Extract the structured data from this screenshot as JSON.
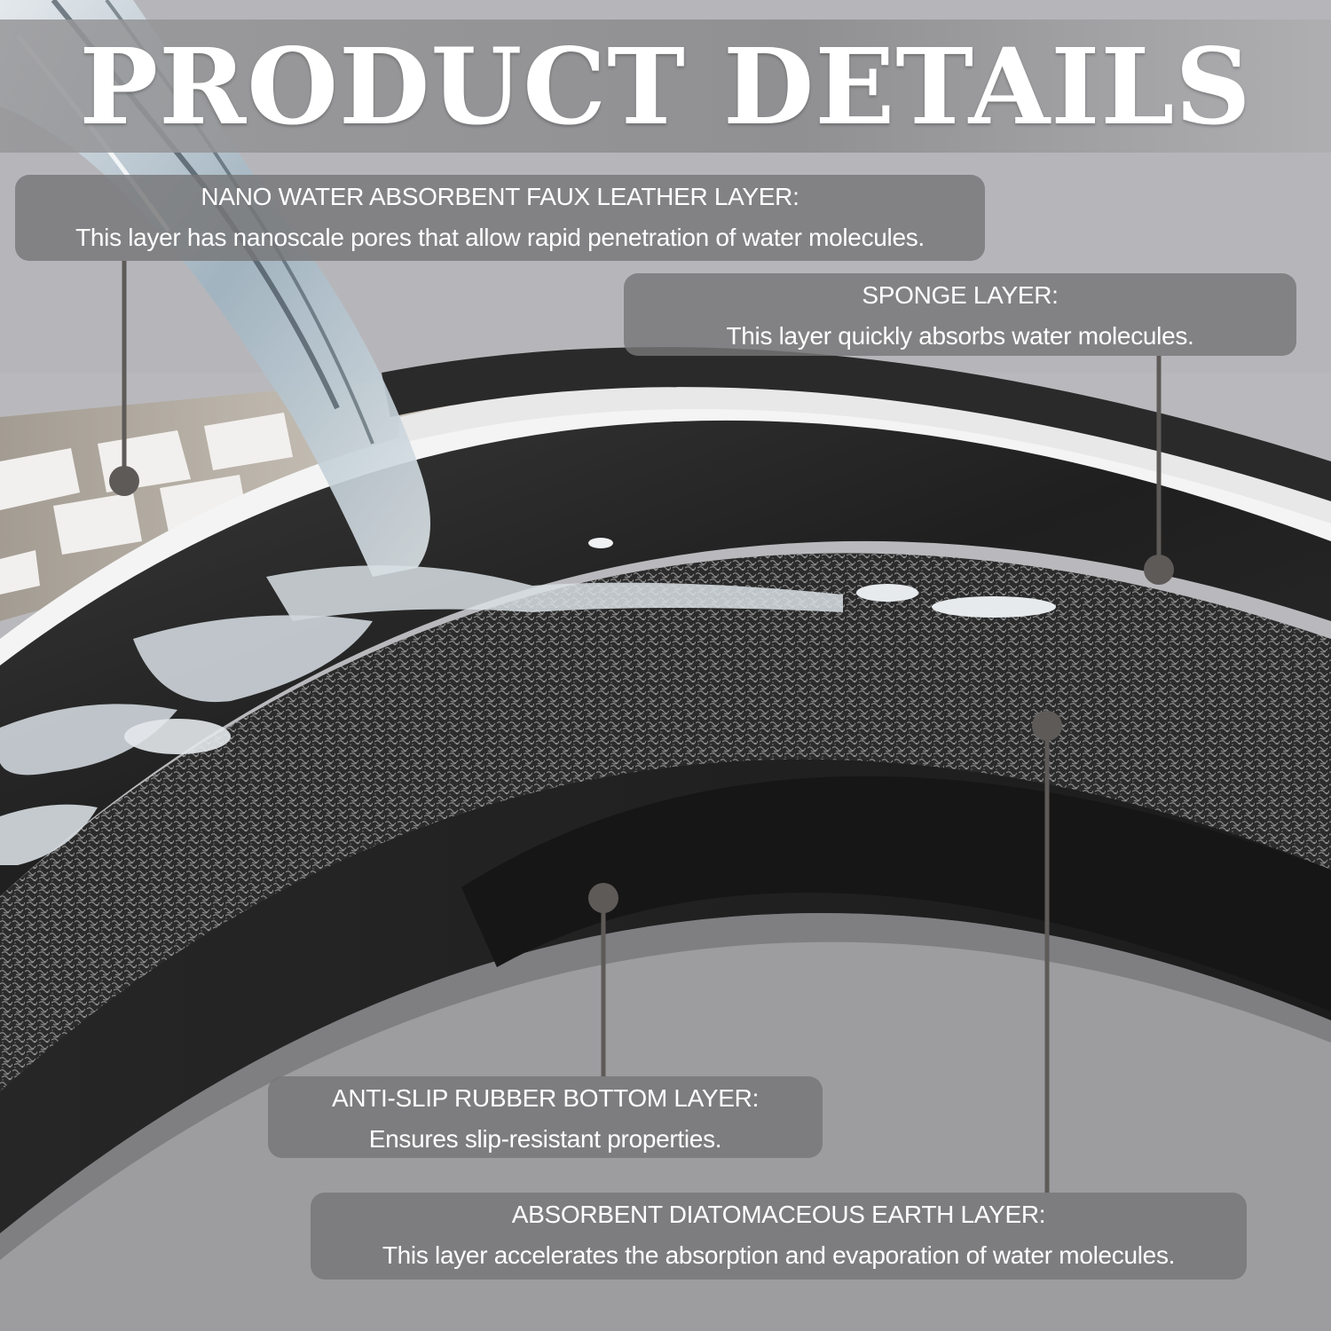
{
  "header": {
    "title": "PRODUCT DETAILS"
  },
  "callouts": [
    {
      "heading": "NANO WATER ABSORBENT FAUX LEATHER LAYER:",
      "description": "This layer has nanoscale pores that allow rapid penetration of water molecules."
    },
    {
      "heading": "SPONGE LAYER:",
      "description": "This layer quickly absorbs water molecules."
    },
    {
      "heading": "ANTI-SLIP RUBBER BOTTOM LAYER:",
      "description": "Ensures slip-resistant properties."
    },
    {
      "heading": "ABSORBENT DIATOMACEOUS EARTH LAYER:",
      "description": "This layer accelerates the absorption and evaporation of water molecules."
    }
  ],
  "colors": {
    "background": "#b9b9bd",
    "callout_fill": "#767678",
    "leader_line": "#5e5a58",
    "text": "#ffffff"
  }
}
